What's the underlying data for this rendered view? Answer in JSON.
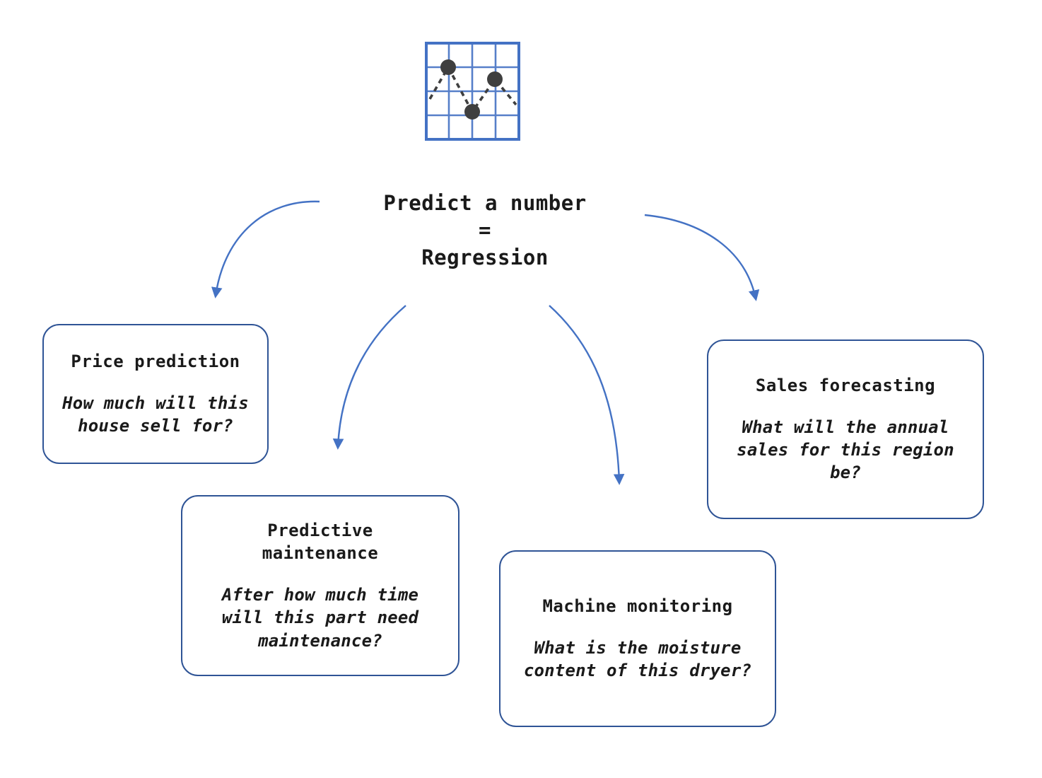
{
  "title": {
    "line1": "Predict a number",
    "line2": "=",
    "line3": "Regression"
  },
  "icon": {
    "name": "line-chart-icon"
  },
  "boxes": {
    "price": {
      "title": "Price prediction",
      "question": "How much will this house sell for?"
    },
    "maintenance": {
      "title": "Predictive maintenance",
      "question": "After how much time will this part need maintenance?"
    },
    "monitoring": {
      "title": "Machine monitoring",
      "question": "What is the moisture content of this dryer?"
    },
    "sales": {
      "title": "Sales forecasting",
      "question": "What will the annual sales for this region be?"
    }
  },
  "colors": {
    "arrow": "#4472C4",
    "box_border": "#2F5496",
    "icon_grid": "#4472C4",
    "icon_dots": "#3F3F3F"
  }
}
